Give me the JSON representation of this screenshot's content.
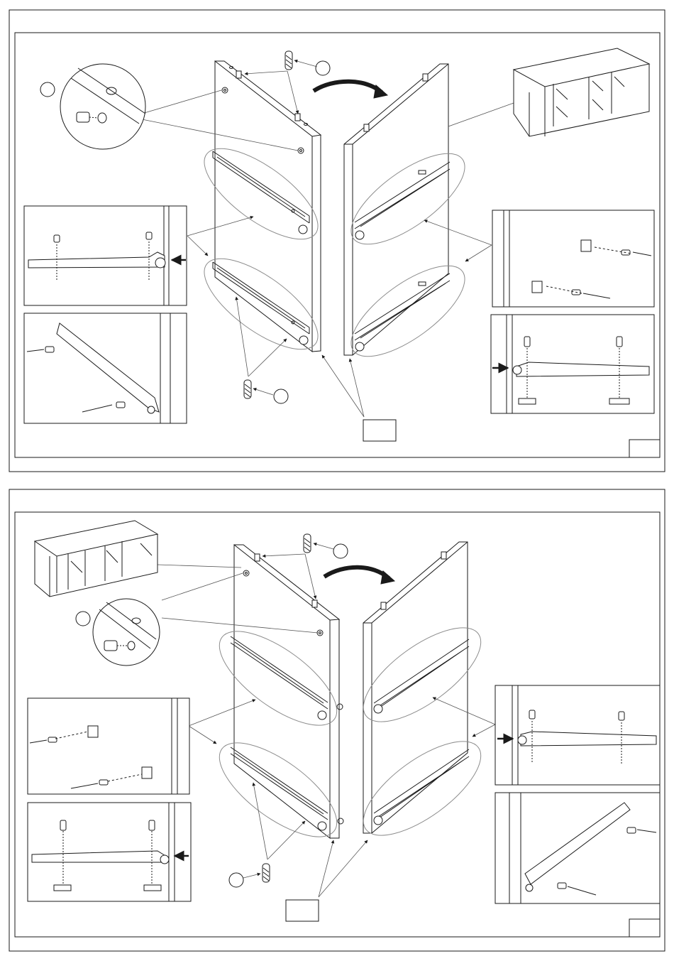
{
  "document": {
    "type": "assembly-instructions",
    "step_count": 2,
    "text_labels": []
  },
  "colors": {
    "line": "#1a1a1a",
    "leader": "#555555",
    "ellipse": "#8c8c8c",
    "paper": "#ffffff",
    "bg": "#ffffff"
  },
  "steps": [
    {
      "id": "step-1",
      "rotate_arrow": "clockwise",
      "callouts_empty": 13,
      "insets": [
        "cam-lock-detail",
        "slide-screw-detail-left",
        "slide-mount-detail-left",
        "bracket-detail-right",
        "slide-screw-detail-right",
        "cabinet-overview"
      ],
      "parts": [
        "wooden-dowel",
        "cam-lock",
        "drawer-slide",
        "screw",
        "bracket"
      ]
    },
    {
      "id": "step-2",
      "rotate_arrow": "clockwise",
      "callouts_empty": 13,
      "insets": [
        "cabinet-overview",
        "cam-lock-detail",
        "bracket-detail-left",
        "slide-screw-detail-left",
        "slide-screw-detail-right",
        "slide-mount-detail-right"
      ],
      "parts": [
        "wooden-dowel",
        "cam-lock",
        "drawer-slide",
        "screw",
        "bracket"
      ]
    }
  ]
}
